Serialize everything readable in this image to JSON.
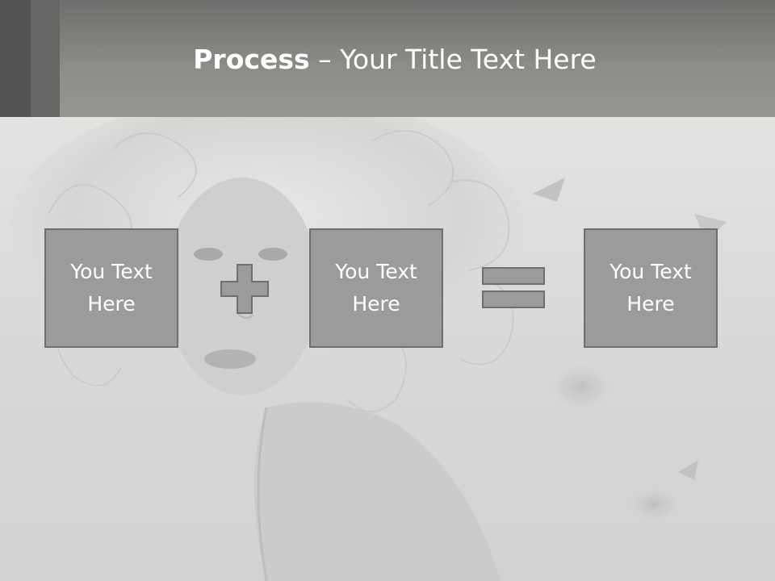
{
  "header": {
    "title_bold": "Process",
    "title_rest": " – Your Title Text Here"
  },
  "steps": [
    {
      "label": "You Text Here"
    },
    {
      "label": "You Text Here"
    },
    {
      "label": "You Text Here"
    }
  ],
  "operators": [
    "plus-icon",
    "equals-icon"
  ],
  "colors": {
    "header": "#8b8b87",
    "box_fill": "#9b9b9a",
    "box_border": "#6f6f6e",
    "text": "#ffffff"
  }
}
